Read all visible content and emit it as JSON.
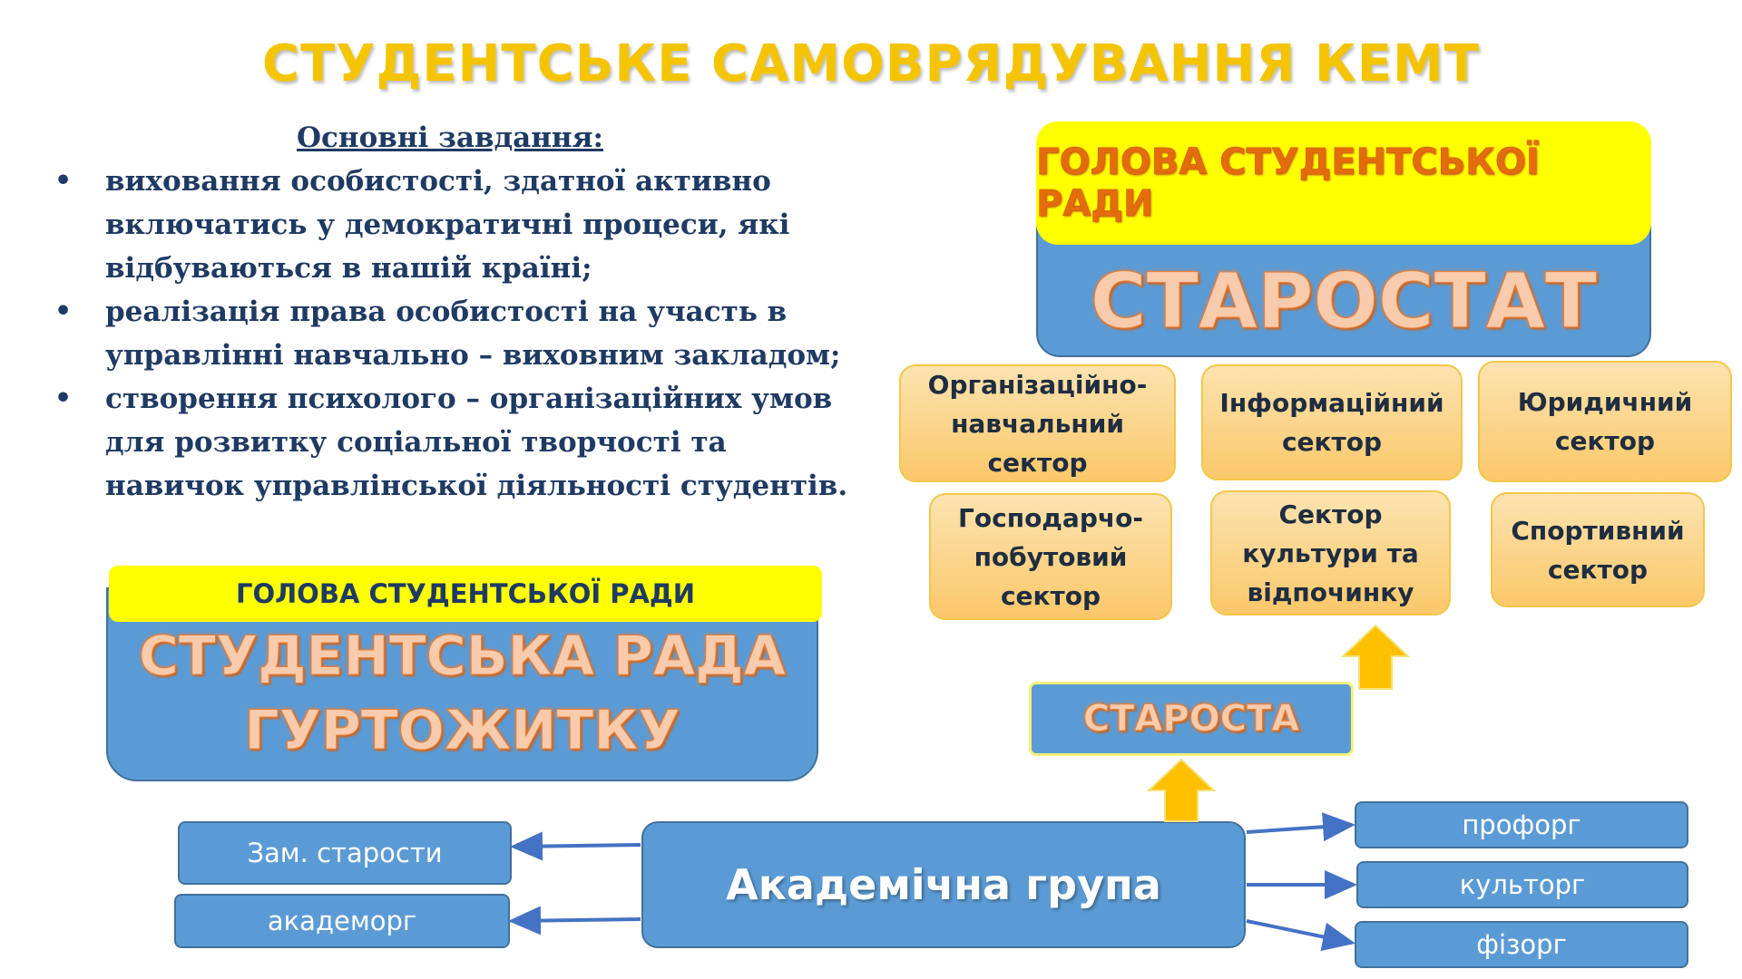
{
  "title": "СТУДЕНТСЬКЕ САМОВРЯДУВАННЯ КЕМТ",
  "tasks": {
    "heading": "Основні завдання:",
    "items": [
      "виховання особистості, здатної активно включатись у демократичні процеси, які відбуваються в нашій країні;",
      "реалізація права особистості на участь в управлінні навчально – виховним закладом;",
      "створення психолого – організаційних умов для розвитку соціальної творчості та навичок управлінської діяльності студентів."
    ]
  },
  "starostat": {
    "head": "ГОЛОВА СТУДЕНТСЬКОЇ РАДИ",
    "name": "СТАРОСТАТ"
  },
  "sectors": [
    {
      "line1": "Організаційно-",
      "line2": "навчальний",
      "line3": "сектор"
    },
    {
      "line1": "Інформаційний",
      "line2": "сектор",
      "line3": ""
    },
    {
      "line1": "Юридичний",
      "line2": "сектор",
      "line3": ""
    },
    {
      "line1": "Господарчо-",
      "line2": "побутовий",
      "line3": "сектор"
    },
    {
      "line1": "Сектор",
      "line2": "культури та",
      "line3": "відпочинку"
    },
    {
      "line1": "Спортивний",
      "line2": "сектор",
      "line3": ""
    }
  ],
  "starosta": "СТАРОСТА",
  "dorm": {
    "head": "ГОЛОВА СТУДЕНТСЬКОЇ РАДИ",
    "line1": "СТУДЕНТСЬКА РАДА",
    "line2": "ГУРТОЖИТКУ"
  },
  "group": "Академічна група",
  "left_roles": [
    "Зам. старости",
    "академорг"
  ],
  "right_roles": [
    "профорг",
    "культорг",
    "фізорг"
  ],
  "colors": {
    "title": "#f5c400",
    "box_blue": "#5b9bd5",
    "box_yellow": "#ffff00",
    "sector_fill": "#fbd38a",
    "arrow_fill": "#ffc000",
    "connector": "#4472c4",
    "text_dark": "#1f3a63"
  }
}
